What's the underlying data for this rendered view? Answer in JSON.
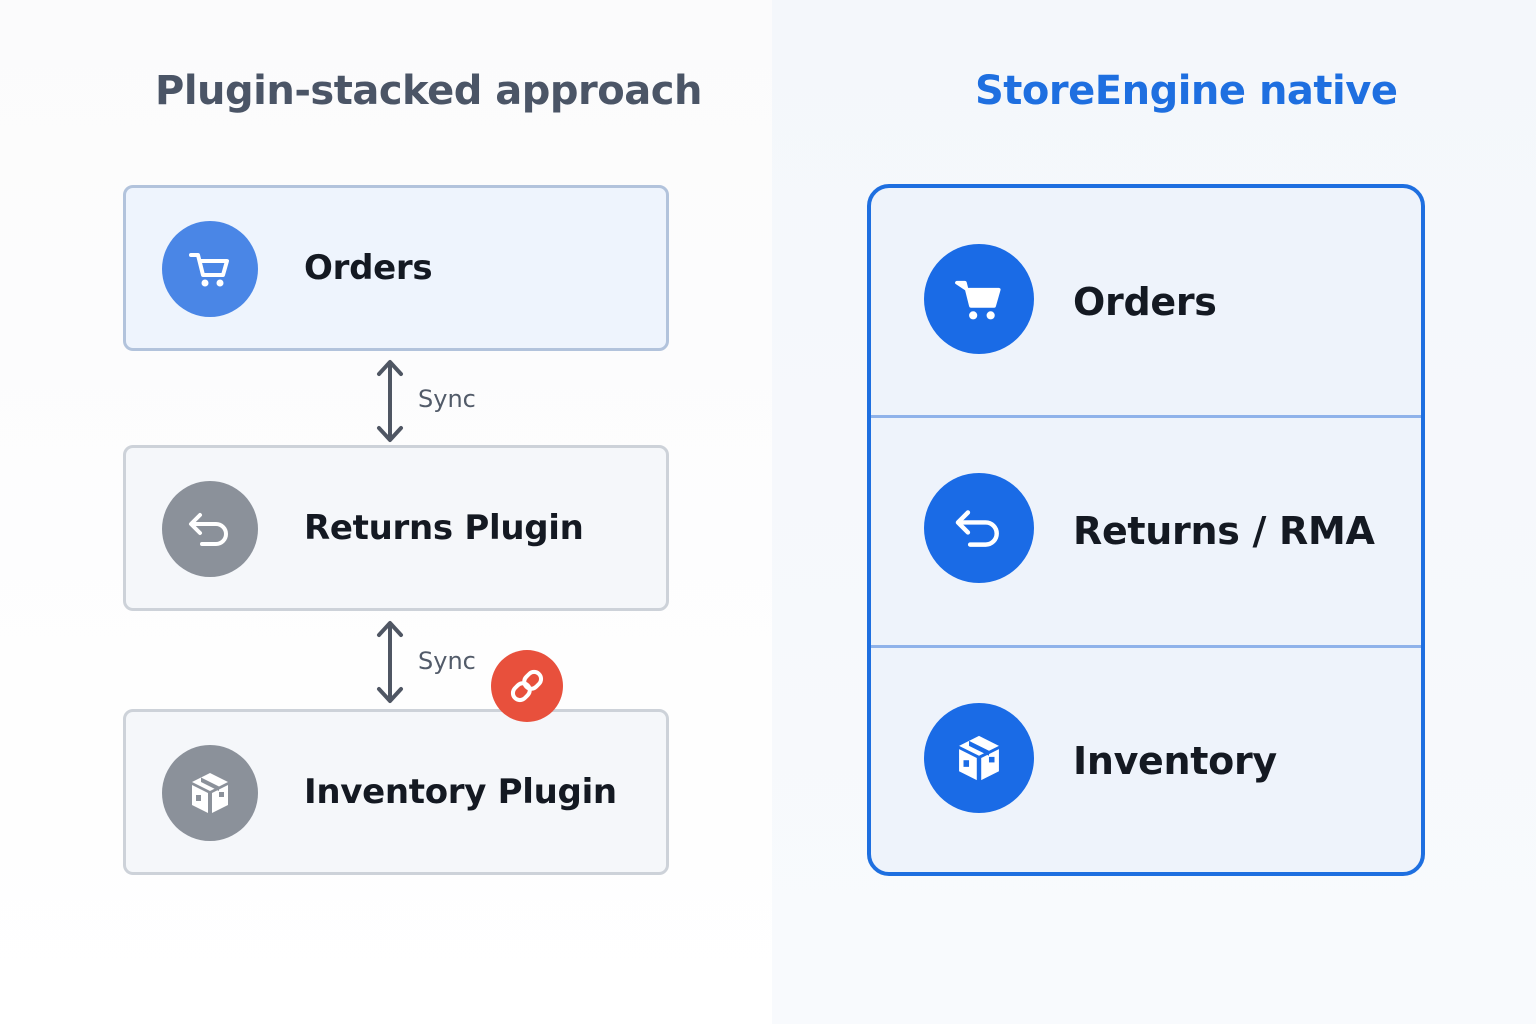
{
  "left": {
    "title": "Plugin-stacked approach",
    "boxes": [
      {
        "label": "Orders",
        "icon": "cart-icon"
      },
      {
        "label": "Returns Plugin",
        "icon": "return-arrow-icon"
      },
      {
        "label": "Inventory Plugin",
        "icon": "box-icon"
      }
    ],
    "connectors": [
      {
        "label": "Sync"
      },
      {
        "label": "Sync",
        "badge_icon": "link-icon"
      }
    ]
  },
  "right": {
    "title": "StoreEngine native",
    "rows": [
      {
        "label": "Orders",
        "icon": "cart-icon"
      },
      {
        "label": "Returns / RMA",
        "icon": "return-arrow-icon"
      },
      {
        "label": "Inventory",
        "icon": "box-icon"
      }
    ]
  },
  "colors": {
    "accent_blue": "#1e6fe0",
    "soft_blue": "#4a86e6",
    "neutral_gray": "#8b919a",
    "alert_red": "#e8503c",
    "heading_gray": "#4b5566"
  }
}
